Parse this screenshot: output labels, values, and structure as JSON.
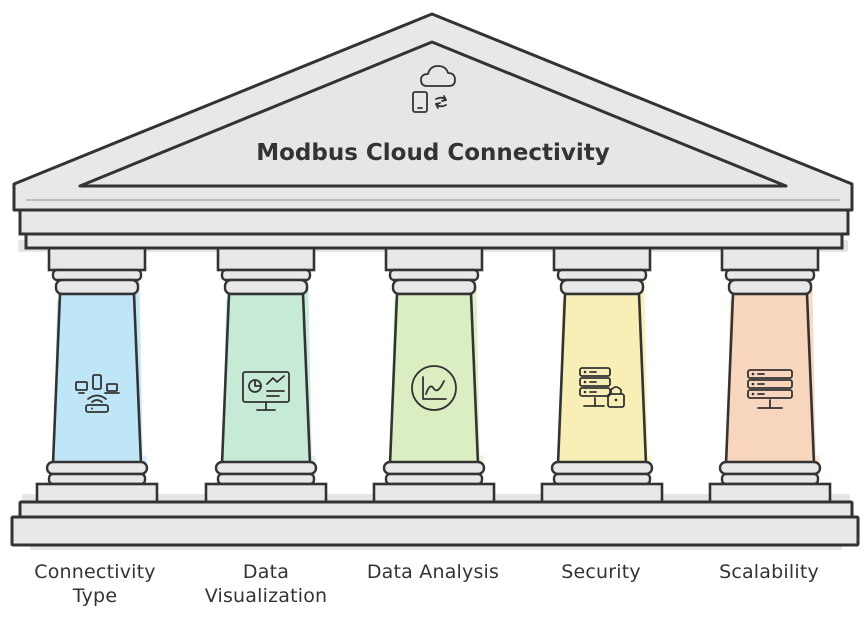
{
  "title": "Modbus Cloud Connectivity",
  "roof_icon": "cloud-device-sync-icon",
  "colors": {
    "outline": "#333333",
    "stone": "#e8e8e8",
    "shadow": "#c9c9c9",
    "text": "#333333"
  },
  "pillars": [
    {
      "label_lines": [
        "Connectivity",
        "Type"
      ],
      "icon": "connected-devices-router-icon",
      "color": "#bfe6f7"
    },
    {
      "label_lines": [
        "Data",
        "Visualization"
      ],
      "icon": "monitor-chart-icon",
      "color": "#c6ead6"
    },
    {
      "label_lines": [
        "Data Analysis"
      ],
      "icon": "circle-line-chart-icon",
      "color": "#dbeec2"
    },
    {
      "label_lines": [
        "Security"
      ],
      "icon": "server-lock-icon",
      "color": "#f7efb6"
    },
    {
      "label_lines": [
        "Scalability"
      ],
      "icon": "server-stack-icon",
      "color": "#f8d6bd"
    }
  ]
}
